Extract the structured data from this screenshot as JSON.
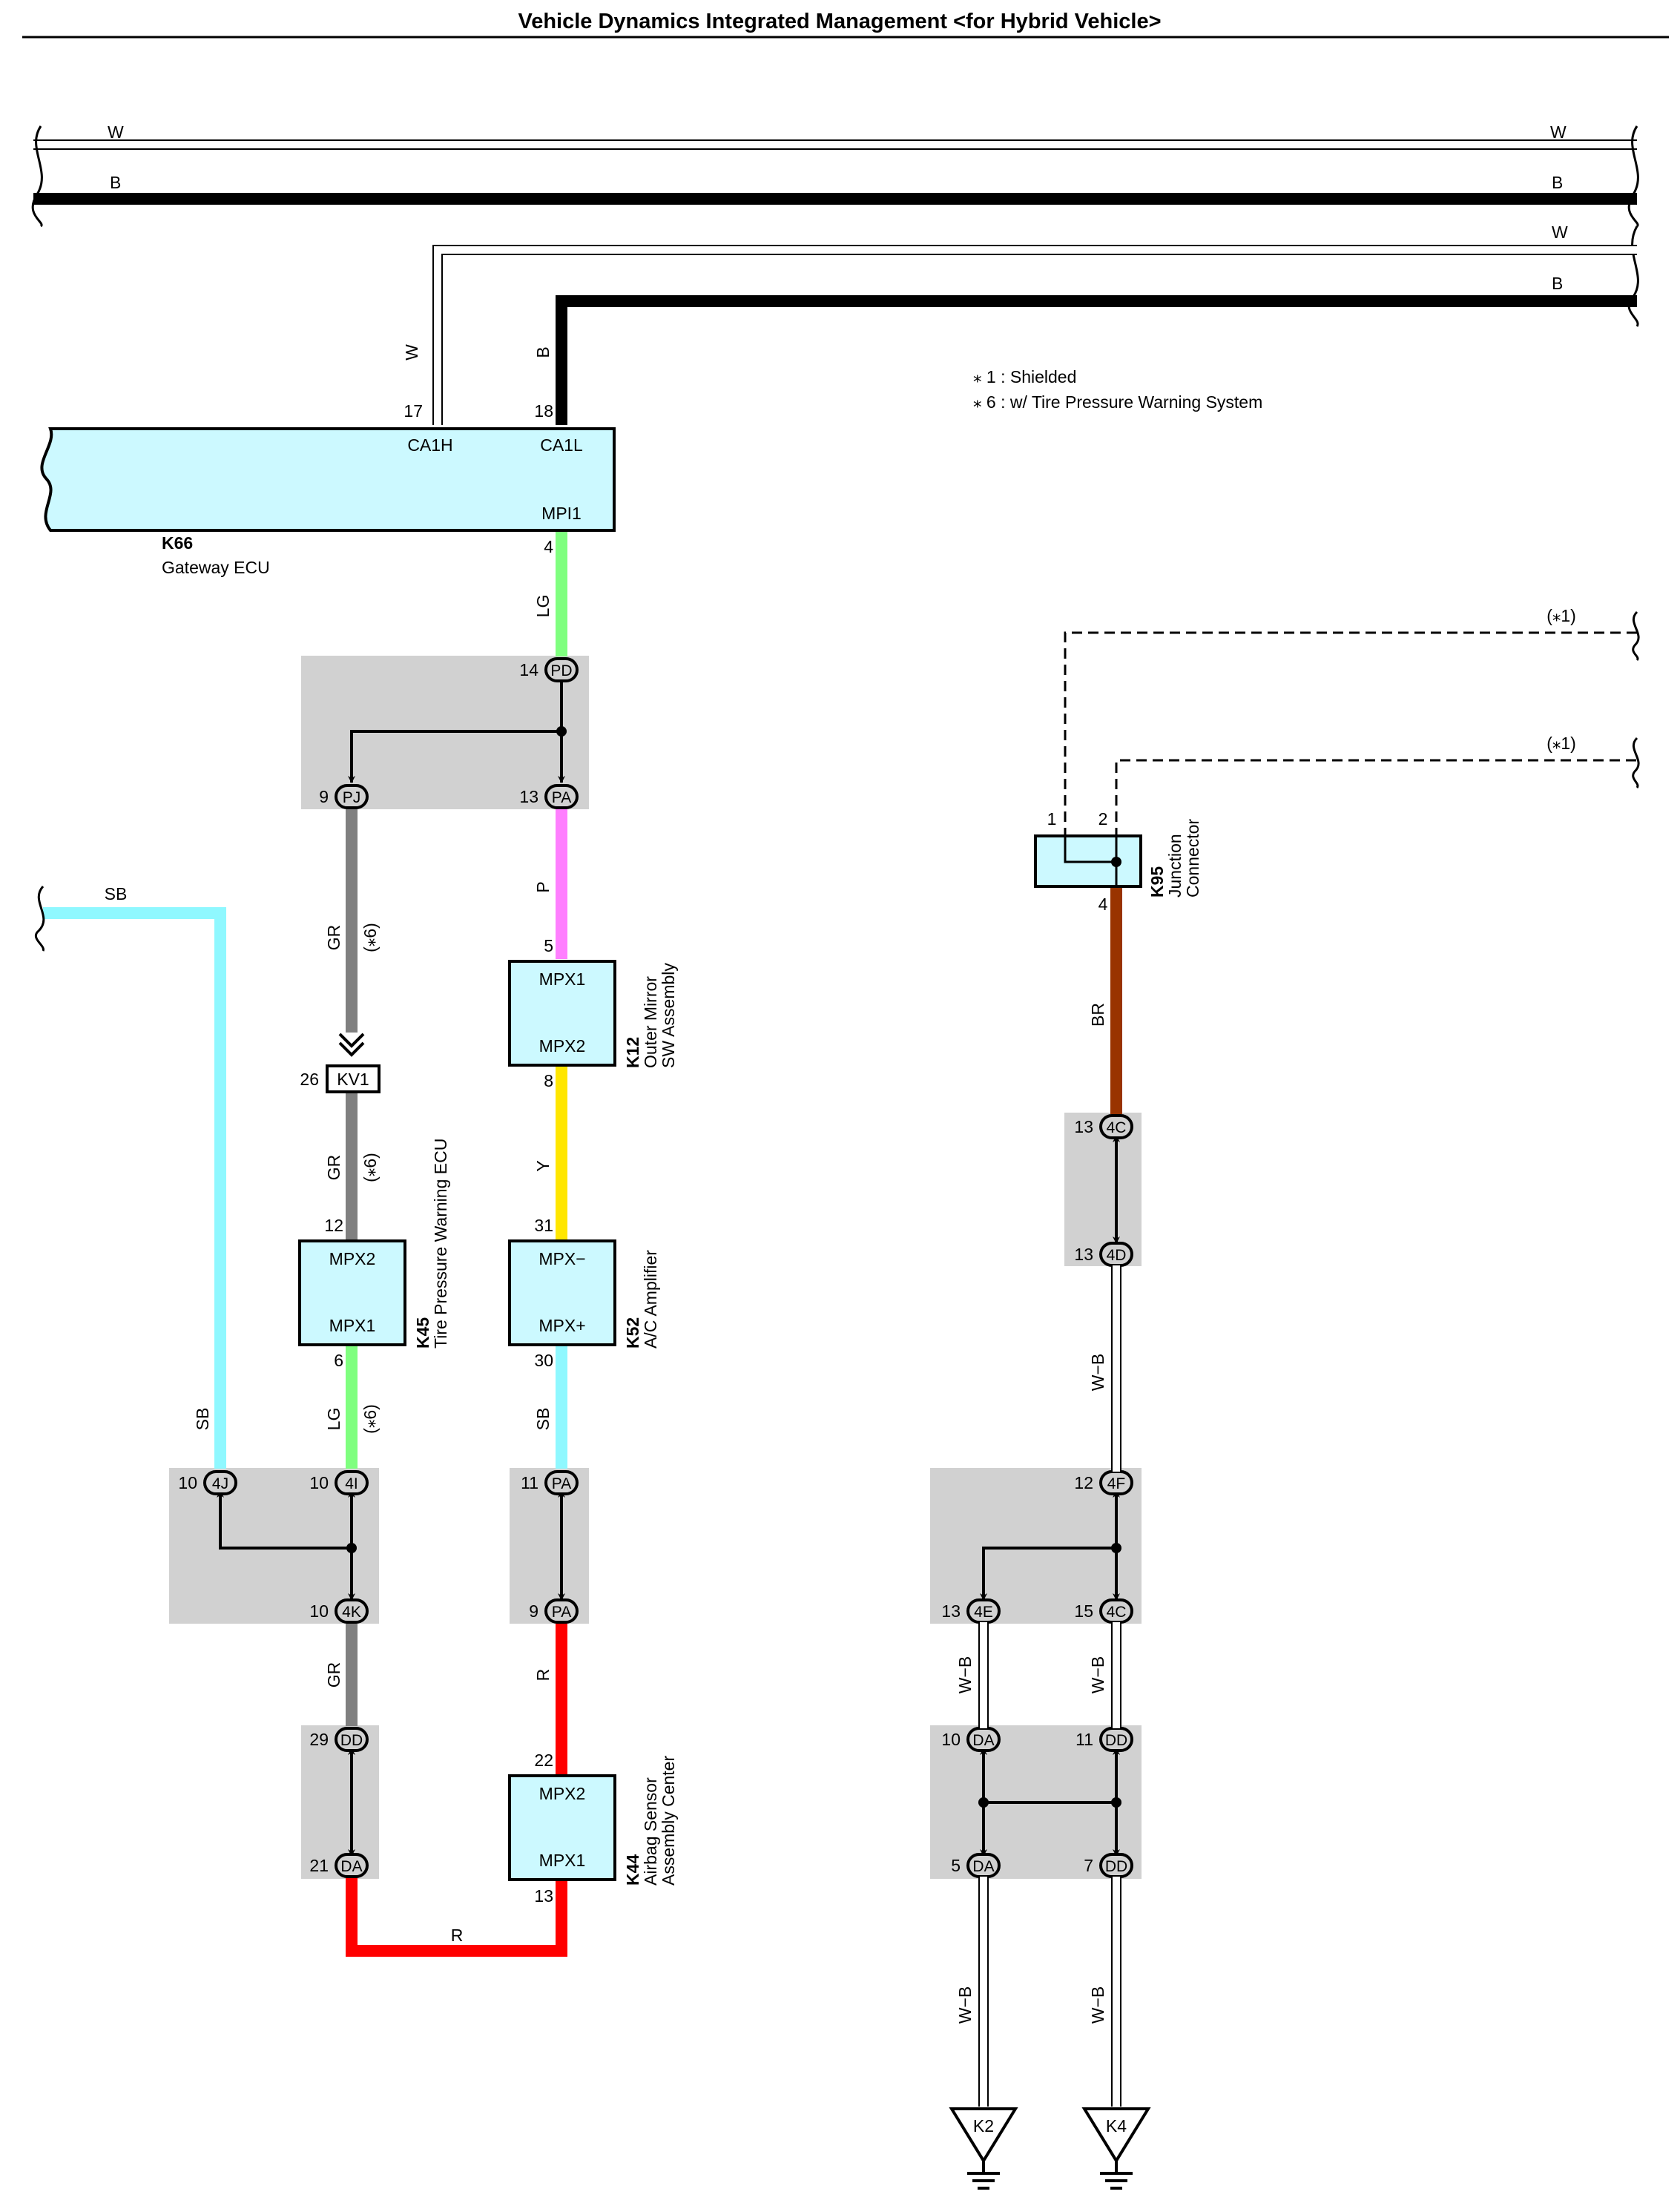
{
  "title": "Vehicle Dynamics Integrated Management <for Hybrid Vehicle>",
  "notes": [
    "⁎ 1 : Shielded",
    "⁎ 6 : w/ Tire Pressure Warning System"
  ],
  "colors": {
    "box_fill": "#ccf9ff",
    "junction_grey": "#d1d1d1",
    "wire_B": "#000000",
    "wire_LG": "#7fff7f",
    "wire_P": "#ff7fff",
    "wire_Y": "#ffe600",
    "wire_SB": "#8ff8ff",
    "wire_GR": "#808080",
    "wire_R": "#ff0000",
    "wire_BR": "#993300"
  },
  "bus_labels": {
    "w1": "W",
    "b1": "B",
    "w2": "W",
    "b2": "B"
  },
  "components": {
    "k66": {
      "id": "K66",
      "name": "Gateway ECU",
      "pin_ca1h": "CA1H",
      "pin_ca1l": "CA1L",
      "pin_mpi1": "MPI1",
      "pin17": "17",
      "pin18": "18",
      "pin4": "4"
    },
    "k12": {
      "id": "K12",
      "name1": "Outer Mirror",
      "name2": "SW Assembly",
      "top": "MPX1",
      "bottom": "MPX2",
      "pin_top": "5",
      "pin_bottom": "8"
    },
    "k45": {
      "id": "K45",
      "name": "Tire Pressure Warning ECU",
      "top": "MPX2",
      "bottom": "MPX1",
      "pin_top": "12",
      "pin_bottom": "6"
    },
    "k52": {
      "id": "K52",
      "name": "A/C Amplifier",
      "top": "MPX−",
      "bottom": "MPX+",
      "pin_top": "31",
      "pin_bottom": "30"
    },
    "k44": {
      "id": "K44",
      "name1": "Airbag Sensor",
      "name2": "Assembly Center",
      "top": "MPX2",
      "bottom": "MPX1",
      "pin_top": "22",
      "pin_bottom": "13"
    },
    "k95": {
      "id": "K95",
      "name1": "Junction",
      "name2": "Connector",
      "pin1": "1",
      "pin2": "2",
      "pin4": "4"
    },
    "kv1": {
      "label": "KV1",
      "pin": "26"
    }
  },
  "connectors": [
    {
      "code": "PD",
      "pin": "14"
    },
    {
      "code": "PJ",
      "pin": "9"
    },
    {
      "code": "PA",
      "pin": "13"
    },
    {
      "code": "4J",
      "pin": "10"
    },
    {
      "code": "4I",
      "pin": "10"
    },
    {
      "code": "4K",
      "pin": "10"
    },
    {
      "code": "DD",
      "pin": "29"
    },
    {
      "code": "DA",
      "pin": "21"
    },
    {
      "code": "PA",
      "pin": "11"
    },
    {
      "code": "PA",
      "pin": "9"
    },
    {
      "code": "4C",
      "pin": "13"
    },
    {
      "code": "4D",
      "pin": "13"
    },
    {
      "code": "4F",
      "pin": "12"
    },
    {
      "code": "4E",
      "pin": "13"
    },
    {
      "code": "4C",
      "pin": "15"
    },
    {
      "code": "DA",
      "pin": "10"
    },
    {
      "code": "DD",
      "pin": "11"
    },
    {
      "code": "DA",
      "pin": "5"
    },
    {
      "code": "DD",
      "pin": "7"
    }
  ],
  "wire_labels": {
    "w_k66": "W",
    "b_k66": "B",
    "lg_top": "LG",
    "p": "P",
    "y": "Y",
    "sb_k52": "SB",
    "r_k44": "R",
    "r_bottom": "R",
    "gr_pj": "GR",
    "star6_a": "(⁎6)",
    "gr_kv1": "GR",
    "star6_b": "(⁎6)",
    "lg_k45": "LG",
    "star6_c": "(⁎6)",
    "sb_left": "SB",
    "sb_vert": "SB",
    "gr_4k": "GR",
    "star1_a": "(⁎1)",
    "star1_b": "(⁎1)",
    "br": "BR",
    "wb_4d": "W−B",
    "wb_4e": "W−B",
    "wb_4c": "W−B",
    "wb_k2": "W−B",
    "wb_k4": "W−B"
  },
  "grounds": {
    "k2": "K2",
    "k4": "K4"
  }
}
